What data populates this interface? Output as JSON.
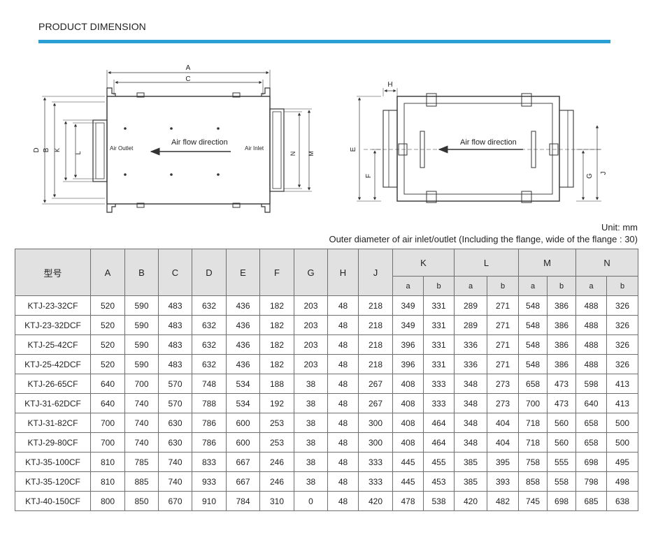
{
  "header": {
    "title": "PRODUCT DIMENSION"
  },
  "drawing_left": {
    "dim_a": "A",
    "dim_c": "C",
    "dim_d": "D",
    "dim_b": "B",
    "dim_k": "K",
    "dim_l": "L",
    "dim_n": "N",
    "dim_m": "M",
    "air_outlet": "Air Outlet",
    "air_inlet": "Air Inlet",
    "flow": "Air flow direction"
  },
  "drawing_right": {
    "dim_h": "H",
    "dim_e": "E",
    "dim_f": "F",
    "dim_g": "G",
    "dim_j": "J",
    "flow": "Air flow direction"
  },
  "notes": {
    "unit": "Unit:  mm",
    "outer": "Outer diameter of air inlet/outlet   (Including the flange, wide of the flange : 30)"
  },
  "table": {
    "headers": [
      "型号",
      "A",
      "B",
      "C",
      "D",
      "E",
      "F",
      "G",
      "H",
      "J",
      "K",
      "L",
      "M",
      "N"
    ],
    "subheaders": [
      "a",
      "b",
      "a",
      "b",
      "a",
      "b",
      "a",
      "b"
    ],
    "rows": [
      [
        "KTJ-23-32CF",
        "520",
        "590",
        "483",
        "632",
        "436",
        "182",
        "203",
        "48",
        "218",
        "349",
        "331",
        "289",
        "271",
        "548",
        "386",
        "488",
        "326"
      ],
      [
        "KTJ-23-32DCF",
        "520",
        "590",
        "483",
        "632",
        "436",
        "182",
        "203",
        "48",
        "218",
        "349",
        "331",
        "289",
        "271",
        "548",
        "386",
        "488",
        "326"
      ],
      [
        "KTJ-25-42CF",
        "520",
        "590",
        "483",
        "632",
        "436",
        "182",
        "203",
        "48",
        "218",
        "396",
        "331",
        "336",
        "271",
        "548",
        "386",
        "488",
        "326"
      ],
      [
        "KTJ-25-42DCF",
        "520",
        "590",
        "483",
        "632",
        "436",
        "182",
        "203",
        "48",
        "218",
        "396",
        "331",
        "336",
        "271",
        "548",
        "386",
        "488",
        "326"
      ],
      [
        "KTJ-26-65CF",
        "640",
        "700",
        "570",
        "748",
        "534",
        "188",
        "38",
        "48",
        "267",
        "408",
        "333",
        "348",
        "273",
        "658",
        "473",
        "598",
        "413"
      ],
      [
        "KTJ-31-62DCF",
        "640",
        "740",
        "570",
        "788",
        "534",
        "192",
        "38",
        "48",
        "267",
        "408",
        "333",
        "348",
        "273",
        "700",
        "473",
        "640",
        "413"
      ],
      [
        "KTJ-31-82CF",
        "700",
        "740",
        "630",
        "786",
        "600",
        "253",
        "38",
        "48",
        "300",
        "408",
        "464",
        "348",
        "404",
        "718",
        "560",
        "658",
        "500"
      ],
      [
        "KTJ-29-80CF",
        "700",
        "740",
        "630",
        "786",
        "600",
        "253",
        "38",
        "48",
        "300",
        "408",
        "464",
        "348",
        "404",
        "718",
        "560",
        "658",
        "500"
      ],
      [
        "KTJ-35-100CF",
        "810",
        "785",
        "740",
        "833",
        "667",
        "246",
        "38",
        "48",
        "333",
        "445",
        "455",
        "385",
        "395",
        "758",
        "555",
        "698",
        "495"
      ],
      [
        "KTJ-35-120CF",
        "810",
        "885",
        "740",
        "933",
        "667",
        "246",
        "38",
        "48",
        "333",
        "445",
        "453",
        "385",
        "393",
        "858",
        "558",
        "798",
        "498"
      ],
      [
        "KTJ-40-150CF",
        "800",
        "850",
        "670",
        "910",
        "784",
        "310",
        "0",
        "48",
        "420",
        "478",
        "538",
        "420",
        "482",
        "745",
        "698",
        "685",
        "638"
      ]
    ]
  }
}
